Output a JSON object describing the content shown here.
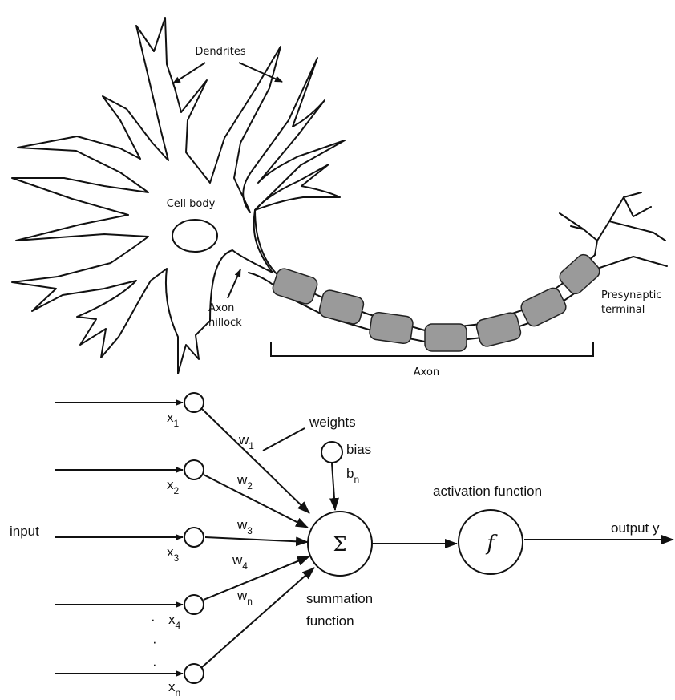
{
  "neuron": {
    "dendrites": "Dendrites",
    "cell_body": "Cell body",
    "axon_hillock_1": "Axon",
    "axon_hillock_2": "hillock",
    "axon": "Axon",
    "presynaptic_1": "Presynaptic",
    "presynaptic_2": "terminal"
  },
  "perceptron": {
    "input": "input",
    "weights": "weights",
    "bias": "bias",
    "bias_sym": "b",
    "bias_sub": "n",
    "summation_1": "summation",
    "summation_2": "function",
    "sigma": "Σ",
    "activation": "activation function",
    "f": "f",
    "output": "output y",
    "x_sym": "x",
    "w_sym": "w",
    "x_subs": [
      "1",
      "2",
      "3",
      "4",
      "n"
    ],
    "w_subs": [
      "1",
      "2",
      "3",
      "4",
      "n"
    ],
    "dots": [
      "·",
      "·",
      "·"
    ]
  }
}
